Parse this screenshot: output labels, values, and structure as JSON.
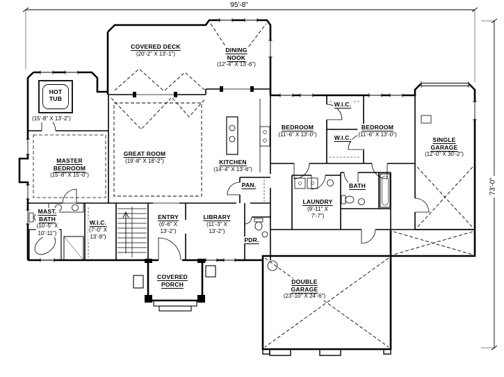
{
  "plan": {
    "overall_width": "95'-8\"",
    "overall_height": "73'-0\"",
    "rooms": [
      {
        "id": "covered-deck",
        "lines": [
          "COVERED DECK"
        ],
        "dims": [
          "(20'-2\" X 13'-1\")"
        ]
      },
      {
        "id": "dining-nook",
        "lines": [
          "DINING",
          "NOOK"
        ],
        "dims": [
          "(12'-4\" X 13'-6\")"
        ]
      },
      {
        "id": "hot-tub",
        "lines": [
          "HOT",
          "TUB"
        ],
        "dims": [
          "(15'-8\" X 13'-2\")"
        ]
      },
      {
        "id": "master-bedroom",
        "lines": [
          "MASTER",
          "BEDROOM"
        ],
        "dims": [
          "(15'-8\" X 15'-0\")"
        ]
      },
      {
        "id": "great-room",
        "lines": [
          "GREAT ROOM"
        ],
        "dims": [
          "(19'-8\" X 18'-2\")"
        ]
      },
      {
        "id": "kitchen",
        "lines": [
          "KITCHEN"
        ],
        "dims": [
          "(14'-4\" X 13'-6\")"
        ]
      },
      {
        "id": "bedroom-2",
        "lines": [
          "BEDROOM"
        ],
        "dims": [
          "(11'-6\" X 13'-0\")"
        ]
      },
      {
        "id": "bedroom-3",
        "lines": [
          "BEDROOM"
        ],
        "dims": [
          "(11'-6\" X 13'-0\")"
        ]
      },
      {
        "id": "single-garage",
        "lines": [
          "SINGLE",
          "GARAGE"
        ],
        "dims": [
          "(12'-0\" X 30'-2\")"
        ]
      },
      {
        "id": "laundry",
        "lines": [
          "LAUNDRY"
        ],
        "dims": [
          "(9'-11\" X",
          "7'-7\")"
        ]
      },
      {
        "id": "bath",
        "lines": [
          "BATH"
        ],
        "dims": []
      },
      {
        "id": "master-bath",
        "lines": [
          "MAST.",
          "BATH"
        ],
        "dims": [
          "(10'-5\" X",
          "10'-11\")"
        ]
      },
      {
        "id": "wic-master",
        "lines": [
          "W.I.C."
        ],
        "dims": [
          "(7'-0\" X",
          "13'-9\")"
        ]
      },
      {
        "id": "entry",
        "lines": [
          "ENTRY"
        ],
        "dims": [
          "(6'-6\" X",
          "13'-2\")"
        ]
      },
      {
        "id": "library",
        "lines": [
          "LIBRARY"
        ],
        "dims": [
          "(11'-3\" X",
          "13'-2\")"
        ]
      },
      {
        "id": "covered-porch",
        "lines": [
          "COVERED",
          "PORCH"
        ],
        "dims": []
      },
      {
        "id": "double-garage",
        "lines": [
          "DOUBLE",
          "GARAGE"
        ],
        "dims": [
          "(23'-10\" X 24'-6\")"
        ]
      },
      {
        "id": "wic-bedroom-2",
        "lines": [
          "W.I.C."
        ],
        "dims": []
      },
      {
        "id": "wic-bedroom-3",
        "lines": [
          "W.I.C."
        ],
        "dims": []
      },
      {
        "id": "pantry",
        "lines": [
          "PAN."
        ],
        "dims": []
      },
      {
        "id": "powder",
        "lines": [
          "PDR."
        ],
        "dims": []
      }
    ]
  }
}
